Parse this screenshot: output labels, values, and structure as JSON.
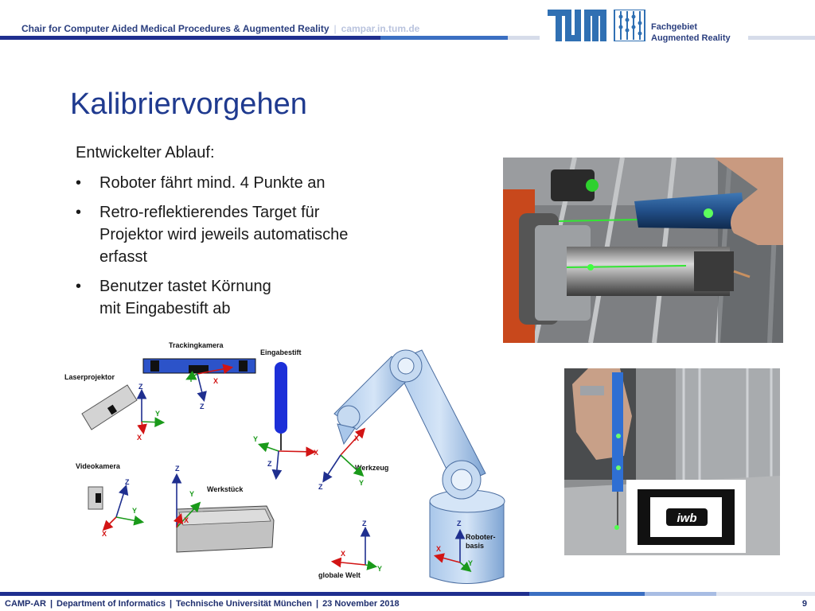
{
  "header": {
    "chair": "Chair for Computer Aided Medical Procedures & Augmented Reality",
    "separator": "|",
    "url": "campar.in.tum.de",
    "logo_text": "TUM",
    "dept_line1": "Fachgebiet",
    "dept_line2": "Augmented Reality"
  },
  "slide": {
    "title": "Kalibriervorgehen",
    "intro": "Entwickelter Ablauf:",
    "bullets": [
      "Roboter fährt mind. 4 Punkte an",
      "Retro-reflektierendes Target für\nProjektor wird jeweils automatische\nerfasst",
      "Benutzer tastet Körnung\nmit Eingabestift ab"
    ]
  },
  "diagram": {
    "trackingkamera": "Trackingkamera",
    "eingabestift": "Eingabestift",
    "laserprojektor": "Laserprojektor",
    "videokamera": "Videokamera",
    "werkstueck": "Werkstück",
    "werkzeug": "Werkzeug",
    "roboterbasis_1": "Roboter-",
    "roboterbasis_2": "basis",
    "globale_welt": "globale Welt",
    "axis_x": "X",
    "axis_y": "Y",
    "axis_z": "Z"
  },
  "photo2": {
    "marker_text": "iwb"
  },
  "footer": {
    "org": "CAMP-AR",
    "dept": "Department of Informatics",
    "uni": "Technische Universität München",
    "date": "23 November 2018",
    "separator": "|",
    "page": "9"
  },
  "colors": {
    "tum_blue": "#3070b3",
    "dark_blue": "#1f3a8f",
    "robot_blue": "#8fb4e0",
    "axis_red": "#d21414",
    "axis_green": "#1a9a1a",
    "axis_blue": "#1f2f8f"
  }
}
